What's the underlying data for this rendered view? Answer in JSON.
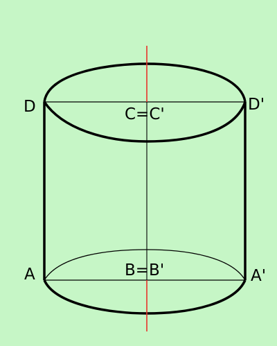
{
  "colors": {
    "background": "#c6f6c6",
    "stroke": "#000000",
    "axis": "#e8322a"
  },
  "labels": {
    "d": "D",
    "d_prime": "D'",
    "c_eq": "C=C'",
    "a": "A",
    "a_prime": "A'",
    "b_eq": "B=B'"
  }
}
